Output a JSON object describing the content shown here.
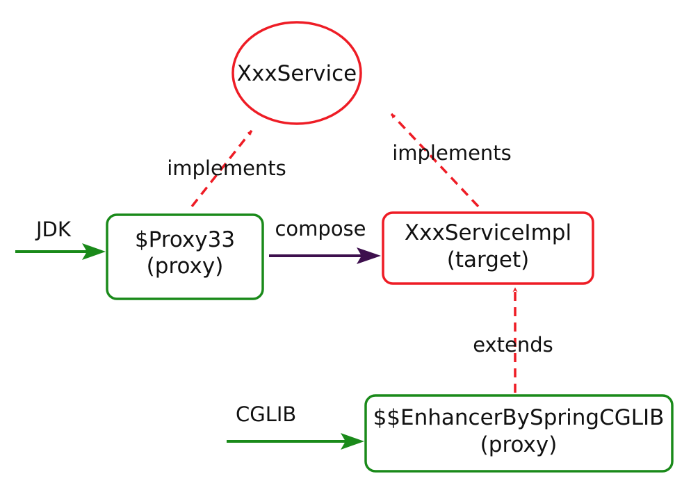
{
  "colors": {
    "interface": "#ee1c25",
    "target": "#ee1c25",
    "proxy": "#1a8a1a",
    "compose_edge": "#3d0f4d",
    "entry_arrow": "#1a8a1a",
    "text": "#111111"
  },
  "nodes": {
    "interface": {
      "label": "XxxService"
    },
    "jdk_proxy": {
      "line1": "$Proxy33",
      "line2": "(proxy)"
    },
    "target": {
      "line1": "XxxServiceImpl",
      "line2": "(target)"
    },
    "cglib_proxy": {
      "line1": "$$EnhancerBySpringCGLIB",
      "line2": "(proxy)"
    }
  },
  "edges": {
    "jdk_implements": {
      "label": "implements",
      "style": "dashed"
    },
    "target_implements": {
      "label": "implements",
      "style": "dashed"
    },
    "compose": {
      "label": "compose",
      "style": "solid"
    },
    "extends": {
      "label": "extends",
      "style": "dashed"
    }
  },
  "entries": {
    "jdk": {
      "label": "JDK"
    },
    "cglib": {
      "label": "CGLIB"
    }
  }
}
